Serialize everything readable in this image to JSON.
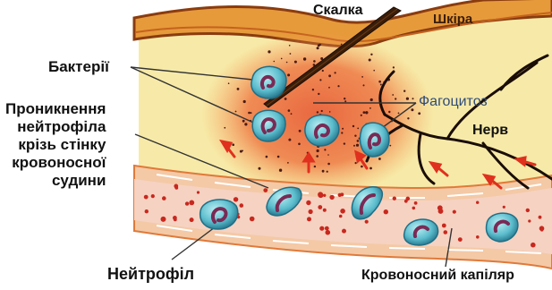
{
  "labels": {
    "bacteria": "Бактерії",
    "penetration": "Проникнення\nнейтрофіла\nкрізь стінку\nкровоносної\nсудини",
    "neutrophil": "Нейтрофіл",
    "splinter": "Скалка",
    "skin": "Шкіра",
    "phagocytosis": "Фагоцитоз",
    "nerve": "Нерв",
    "capillary": "Кровоносний капіляр"
  },
  "colors": {
    "skin_outer": "#8a3c10",
    "skin_band": "#e79a3a",
    "tissue": "#f7eaa8",
    "inflammation": "#e8603a",
    "capillary_wall": "#f4c9a6",
    "capillary_inside": "#f6d2c2",
    "red_cells": "#c8281e",
    "cell_blue": "#5bbccc",
    "cell_nucleus": "#7a2a55",
    "nerve": "#1a0d05",
    "arrows": "#e0301e"
  },
  "icons": [
    "neutrophil-cell",
    "bacteria-dot",
    "migration-arrow",
    "splinter"
  ]
}
